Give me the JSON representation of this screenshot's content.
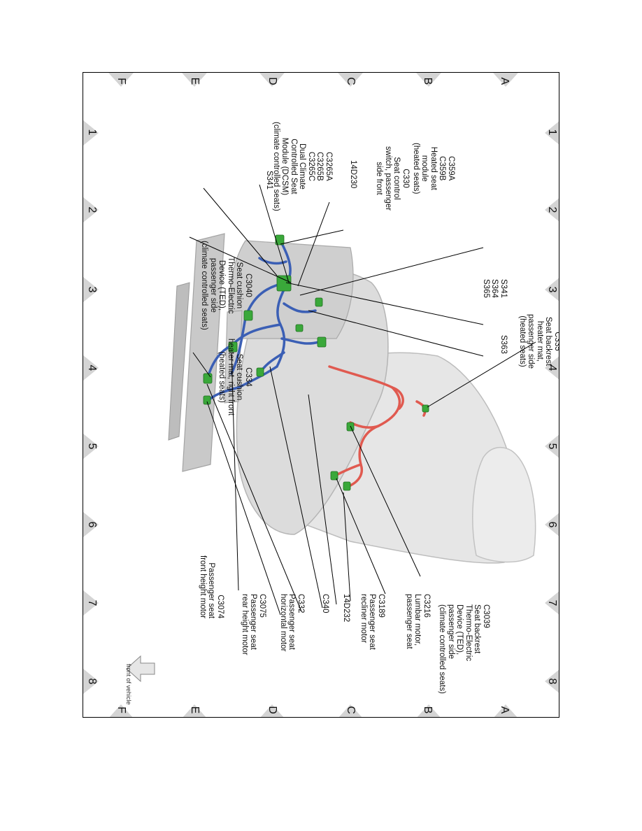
{
  "grid": {
    "columns": [
      "1",
      "2",
      "3",
      "4",
      "5",
      "6",
      "7",
      "8"
    ],
    "rows": [
      "A",
      "B",
      "C",
      "D",
      "E",
      "F"
    ]
  },
  "callouts": [
    {
      "id": "c335",
      "lines": [
        "C335",
        "Seat backrest",
        "heater mat,",
        "passenger side",
        "(heated seats)"
      ]
    },
    {
      "id": "s341-group",
      "lines": [
        "S341",
        "S364",
        "S365"
      ]
    },
    {
      "id": "s363",
      "lines": [
        "S363"
      ]
    },
    {
      "id": "c359",
      "lines": [
        "C359A",
        "C359B",
        "Heated seat",
        "module",
        "(heated seats)"
      ]
    },
    {
      "id": "c330",
      "lines": [
        "C330",
        "Seat control",
        "switch, passenger",
        "side front"
      ]
    },
    {
      "id": "14d230",
      "lines": [
        "14D230"
      ]
    },
    {
      "id": "c3265",
      "lines": [
        "C3265A",
        "C3265B",
        "C3265C",
        "Dual Climate",
        "Controlled Seat",
        "Module (DCSM)",
        "(climate controlled seats)"
      ]
    },
    {
      "id": "s341",
      "lines": [
        "S341"
      ]
    },
    {
      "id": "c3040",
      "lines": [
        "C3040",
        "Seat cushion",
        "Thermo-Electric",
        "Device (TED),",
        "passenger side",
        "(climate controlled seats)"
      ]
    },
    {
      "id": "c334",
      "lines": [
        "C334",
        "Seat cushion",
        "heater mat, right front",
        "(heated seats)"
      ]
    },
    {
      "id": "c3039",
      "lines": [
        "C3039",
        "Seat backrest",
        "Thermo-Electric",
        "Device (TED),",
        "passenger side",
        "(climate controlled seats)"
      ]
    },
    {
      "id": "c3216",
      "lines": [
        "C3216",
        "Lumbar motor,",
        "passenger seat"
      ]
    },
    {
      "id": "c3189",
      "lines": [
        "C3189",
        "Passenger seat",
        "recliner motor"
      ]
    },
    {
      "id": "14d232",
      "lines": [
        "14D232"
      ]
    },
    {
      "id": "c340",
      "lines": [
        "C340"
      ]
    },
    {
      "id": "c332",
      "lines": [
        "C332",
        "Passenger seat",
        "horizontal motor"
      ]
    },
    {
      "id": "c3075",
      "lines": [
        "C3075",
        "Passenger seat",
        "rear height motor"
      ]
    },
    {
      "id": "c3074",
      "lines": [
        "C3074",
        "Passenger seat",
        "front height motor"
      ]
    }
  ],
  "front_of_vehicle": "front of vehicle",
  "colors": {
    "harness_blue": "#3b5fb5",
    "harness_red": "#e05a50",
    "connector_green": "#3aa83a",
    "seat_gray": "#d9d9d9"
  }
}
